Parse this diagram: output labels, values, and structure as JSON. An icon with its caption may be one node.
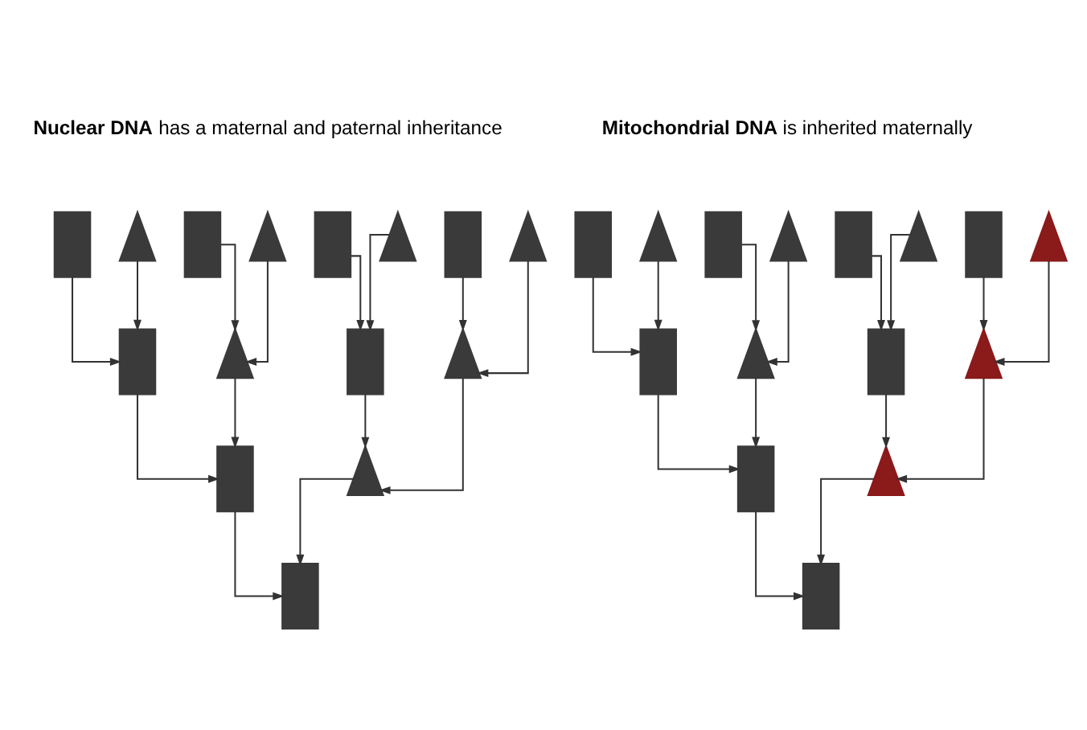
{
  "diagram": {
    "nodes": [
      {
        "text": [],
        "shape": "person"
      },
      {
        "text": [],
        "shape": "person"
      },
      {
        "text": [],
        "shape": "person"
      },
      {
        "text": [],
        "shape": "person"
      },
      {
        "text": [],
        "shape": "person"
      },
      {
        "text": [],
        "shape": "person"
      },
      {
        "text": [],
        "shape": "person"
      },
      {
        "text": [],
        "shape": "person"
      },
      {
        "text": [],
        "shape": "person"
      },
      {
        "text": [],
        "shape": "person"
      },
      {
        "text": [],
        "shape": "person"
      },
      {
        "text": [],
        "shape": "person"
      },
      {
        "text": [],
        "shape": "person"
      },
      {
        "text": [],
        "shape": "person"
      },
      {
        "text": [],
        "shape": "person"
      },
      {
        "text": [],
        "shape": "person"
      },
      {
        "text": [],
        "shape": "person"
      },
      {
        "text": [],
        "shape": "person"
      },
      {
        "text": [],
        "shape": "person"
      },
      {
        "text": [],
        "shape": "person"
      },
      {
        "text": [],
        "shape": "person"
      },
      {
        "text": [],
        "shape": "person"
      },
      {
        "text": [],
        "shape": "person"
      },
      {
        "text": [],
        "shape": "person"
      },
      {
        "text": [],
        "shape": "person"
      },
      {
        "text": [],
        "shape": "person"
      },
      {
        "text": [],
        "shape": "person"
      },
      {
        "text": [],
        "shape": "person"
      },
      {
        "text": [],
        "shape": "person"
      },
      {
        "text": [],
        "shape": "person"
      }
    ],
    "edges": [
      {
        "from": 0,
        "to": 8,
        "arrow": "to"
      },
      {
        "from": 1,
        "to": 8,
        "arrow": "to"
      },
      {
        "from": 2,
        "to": 9,
        "arrow": "to"
      },
      {
        "from": 3,
        "to": 9,
        "arrow": "to"
      },
      {
        "from": 4,
        "to": 10,
        "arrow": "to"
      },
      {
        "from": 5,
        "to": 10,
        "arrow": "to"
      },
      {
        "from": 6,
        "to": 11,
        "arrow": "to"
      },
      {
        "from": 7,
        "to": 11,
        "arrow": "to"
      },
      {
        "from": 8,
        "to": 12,
        "arrow": "to"
      },
      {
        "from": 9,
        "to": 12,
        "arrow": "to"
      },
      {
        "from": 10,
        "to": 13,
        "arrow": "to"
      },
      {
        "from": 11,
        "to": 13,
        "arrow": "to"
      },
      {
        "from": 12,
        "to": 14,
        "arrow": "to"
      },
      {
        "from": 13,
        "to": 14,
        "arrow": "to"
      },
      {
        "from": 15,
        "to": 23,
        "arrow": "to"
      },
      {
        "from": 16,
        "to": 23,
        "arrow": "to"
      },
      {
        "from": 17,
        "to": 24,
        "arrow": "to"
      },
      {
        "from": 18,
        "to": 24,
        "arrow": "to"
      },
      {
        "from": 19,
        "to": 25,
        "arrow": "to"
      },
      {
        "from": 20,
        "to": 25,
        "arrow": "to"
      },
      {
        "from": 21,
        "to": 26,
        "arrow": "to"
      },
      {
        "from": 22,
        "to": 26,
        "arrow": "to"
      },
      {
        "from": 23,
        "to": 27,
        "arrow": "to"
      },
      {
        "from": 24,
        "to": 27,
        "arrow": "to"
      },
      {
        "from": 25,
        "to": 28,
        "arrow": "to"
      },
      {
        "from": 26,
        "to": 28,
        "arrow": "to"
      },
      {
        "from": 27,
        "to": 29,
        "arrow": "to"
      },
      {
        "from": 28,
        "to": 29,
        "arrow": "to"
      }
    ],
    "labels": [
      "**Nuclear DNA** has a maternal and paternal inheritance",
      "**Mitochondrial DNA** is inherited maternally"
    ]
  }
}
